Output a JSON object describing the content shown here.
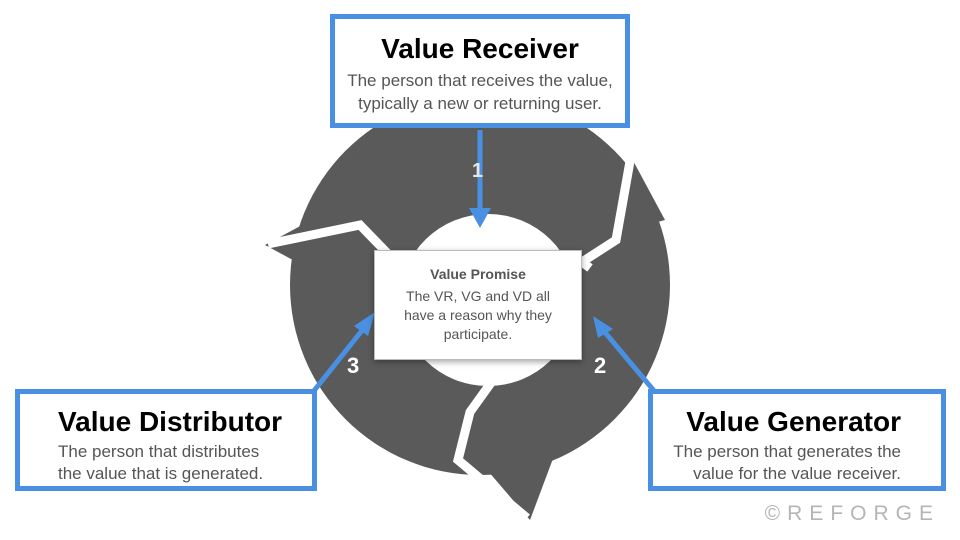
{
  "receiver": {
    "title": "Value Receiver",
    "desc_line1": "The person that receives the value,",
    "desc_line2": "typically a new or returning user."
  },
  "distributor": {
    "title": "Value Distributor",
    "desc_line1": "The person that distributes",
    "desc_line2": "the value that is generated."
  },
  "generator": {
    "title": "Value Generator",
    "desc_line1": "The person that generates the",
    "desc_line2": "value for the value receiver."
  },
  "promise": {
    "title": "Value Promise",
    "desc_line1": "The VR, VG and VD all",
    "desc_line2": "have a reason why they",
    "desc_line3": "participate."
  },
  "steps": {
    "one": "1",
    "two": "2",
    "three": "3"
  },
  "brand": "©REFORGE",
  "colors": {
    "accent": "#4a90e2",
    "cycle": "#5a5a5a"
  }
}
